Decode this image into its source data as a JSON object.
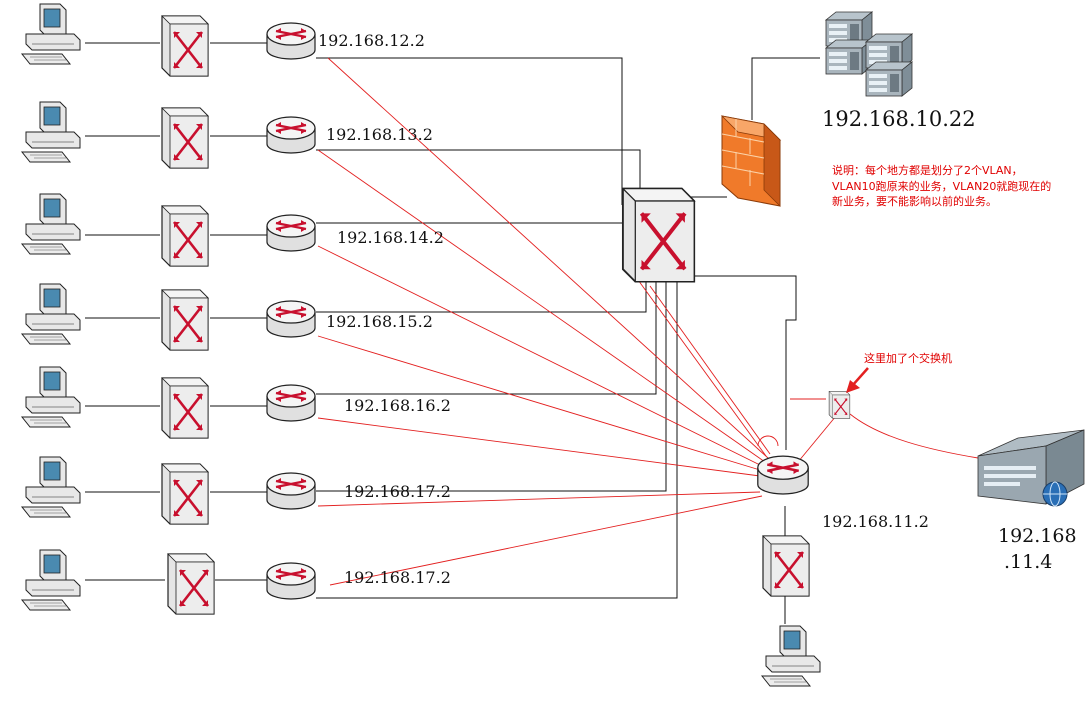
{
  "diagram": {
    "top_server_ip": "192.168.10.22",
    "note_lines": [
      "说明：每个地方都是划分了2个VLAN，",
      "VLAN10跑原来的业务，VLAN20就跑现在的",
      "新业务，要不能影响以前的业务。"
    ],
    "added_switch_note": "这里加了个交换机",
    "center_router_ip": "192.168.11.2",
    "right_server_ip_line1": "192.168",
    "right_server_ip_line2": ".11.4",
    "branches": [
      {
        "ip": "192.168.12.2"
      },
      {
        "ip": "192.168.13.2"
      },
      {
        "ip": "192.168.14.2"
      },
      {
        "ip": "192.168.15.2"
      },
      {
        "ip": "192.168.16.2"
      },
      {
        "ip": "192.168.17.2"
      },
      {
        "ip": "192.168.17.2"
      }
    ],
    "colors": {
      "red_link": "#e32020",
      "black_link": "#111111",
      "device_red": "#c8102e",
      "firewall": "#f07a2a",
      "note_text": "#e00000"
    }
  }
}
